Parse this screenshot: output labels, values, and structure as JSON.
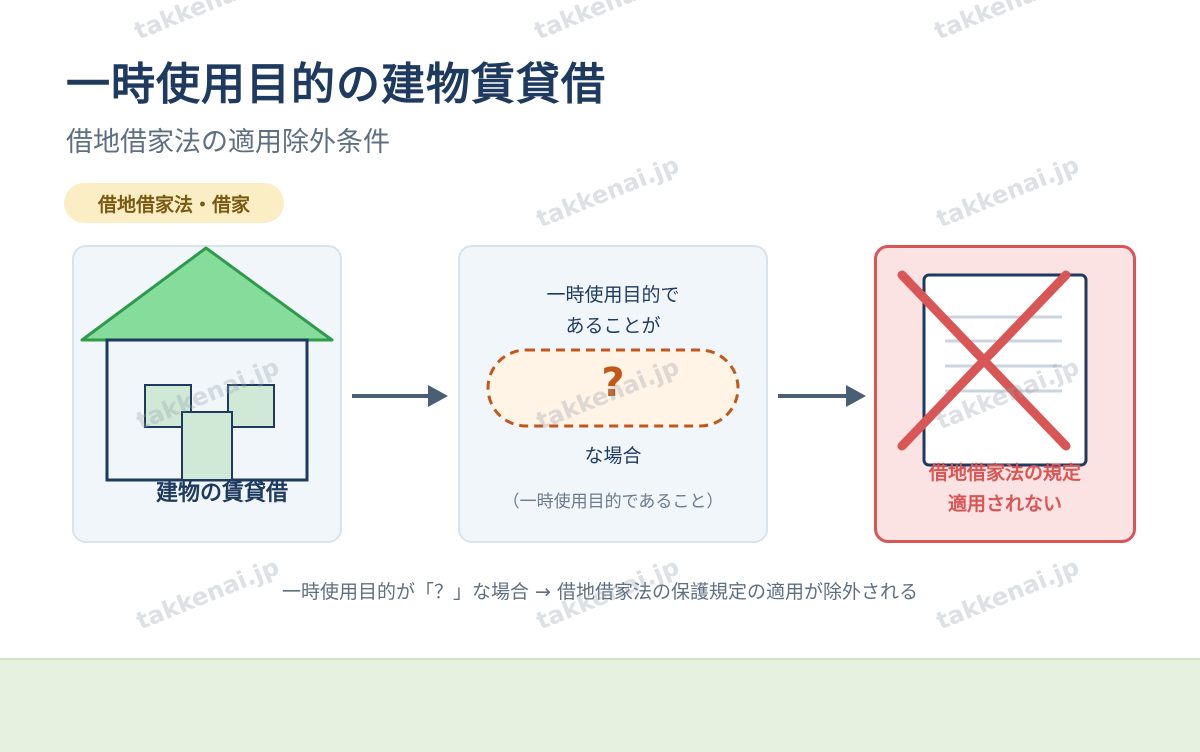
{
  "header": {
    "title": "一時使用目的の建物賃貸借",
    "subtitle": "借地借家法の適用除外条件",
    "tag": "借地借家法・借家"
  },
  "diagram": {
    "building": {
      "caption": "建物の賃貸借",
      "icon": "house-icon"
    },
    "condition": {
      "line1": "一時使用目的で",
      "line2": "あることが",
      "mark": "?",
      "after": "な場合",
      "note": "（一時使用目的であること）"
    },
    "result": {
      "line1": "借地借家法の規定",
      "line2": "適用されない",
      "icon": "crossed-document-icon"
    }
  },
  "summary": "一時使用目的が「？」な場合 → 借地借家法の保護規定の適用が除外される",
  "watermark": "takkenai.jp",
  "colors": {
    "navy": "#1e3a5f",
    "accent_red": "#d95656",
    "accent_orange": "#c2571a",
    "house_green": "#86dc9b",
    "footer_green": "#e6f1df"
  }
}
